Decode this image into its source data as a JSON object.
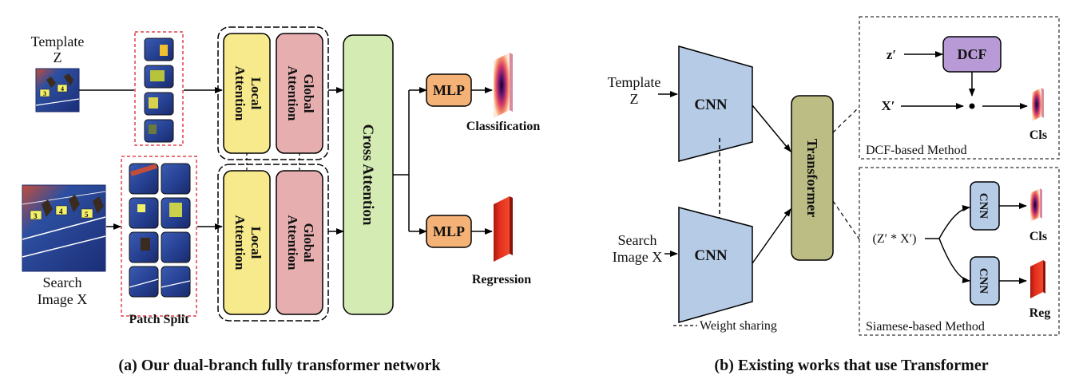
{
  "panel_a": {
    "caption": "(a) Our dual-branch fully transformer network",
    "template_label_1": "Template",
    "template_label_2": "Z",
    "search_label_1": "Search",
    "search_label_2": "Image X",
    "patch_split": "Patch Split",
    "local_attention_1": "Local",
    "local_attention_2": "Attention",
    "global_attention_1": "Global",
    "global_attention_2": "Attention",
    "cross_attention": "Cross Attention",
    "mlp_top": "MLP",
    "mlp_bottom": "MLP",
    "classification": "Classification",
    "regression": "Regression",
    "bib_labels": [
      "3",
      "4",
      "5"
    ]
  },
  "panel_b": {
    "caption": "(b) Existing works that use Transformer",
    "template_label_1": "Template",
    "template_label_2": "Z",
    "search_label_1": "Search",
    "search_label_2": "Image X",
    "cnn_top": "CNN",
    "cnn_bottom": "CNN",
    "transformer": "Transformer",
    "z_prime": "z′",
    "x_prime": "X′",
    "dcf": "DCF",
    "cls_top": "Cls",
    "dcf_method": "DCF-based Method",
    "corr_label": "(Z′ * X′)",
    "small_cnn_1": "CNN",
    "small_cnn_2": "CNN",
    "cls_bottom": "Cls",
    "reg": "Reg",
    "siamese_method": "Siamese-based Method",
    "weight_sharing": "Weight sharing"
  },
  "colors": {
    "local_attention": "#f7ea8c",
    "global_attention": "#e7aeb0",
    "cross_attention": "#d4ebb3",
    "mlp": "#f5b277",
    "cnn": "#b6cbe6",
    "transformer": "#bcbc85",
    "dcf": "#b89ad6",
    "patch_border": "#e0424c",
    "regression": "#e2311f"
  }
}
